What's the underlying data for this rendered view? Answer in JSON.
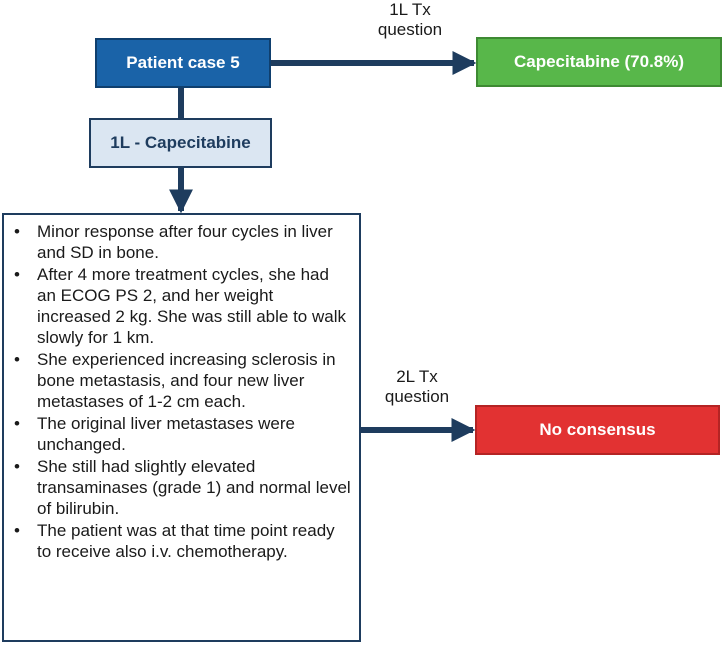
{
  "patient_case": {
    "label": "Patient case 5"
  },
  "first_line": {
    "label": "1L - Capecitabine"
  },
  "first_line_question": {
    "line1": "1L Tx",
    "line2": "question"
  },
  "first_line_answer": {
    "label": "Capecitabine (70.8%)"
  },
  "second_line_question": {
    "line1": "2L Tx",
    "line2": "question"
  },
  "second_line_answer": {
    "label": "No consensus"
  },
  "case_details": {
    "bullet_symbol": "•",
    "items": [
      "Minor response after four cycles in liver and SD in bone.",
      "After 4 more treatment cycles, she had an ECOG PS 2, and her weight increased 2 kg. She was still able to walk slowly for 1 km.",
      "She experienced increasing sclerosis in bone metastasis, and four new liver metastases of 1-2 cm each.",
      "The original liver metastases were unchanged.",
      "She still had slightly elevated transaminases (grade 1) and normal level of bilirubin.",
      "The patient was at that time point ready to receive also i.v. chemotherapy."
    ]
  },
  "colors": {
    "patient_box": "#1a63a8",
    "first_line_box": "#dbe6f2",
    "connector": "#1e3c5e",
    "capecitabine_box": "#58b74a",
    "consensus_box": "#e23232"
  }
}
